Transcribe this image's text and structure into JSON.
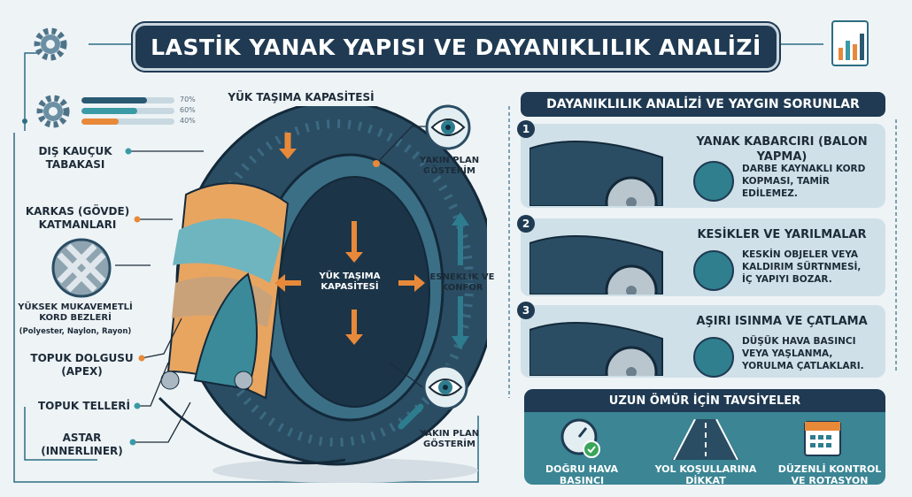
{
  "title": "LASTİK YANAK YAPISI VE DAYANIKLILIK ANALİZİ",
  "stats": [
    {
      "label": "70%",
      "value": 70,
      "color": "#2a5a72"
    },
    {
      "label": "60%",
      "value": 60,
      "color": "#3a9aa5"
    },
    {
      "label": "40%",
      "value": 40,
      "color": "#e8893a"
    }
  ],
  "labels": {
    "outer_rubber": "DIŞ KAUÇUK TABAKASI",
    "carcass": "KARKAS (GÖVDE) KATMANLARI",
    "cord_title": "YÜKSEK MUKAVEMETLİ KORD BEZLERİ",
    "cord_sub": "(Polyester, Naylon, Rayon)",
    "apex": "TOPUK DOLGUSU (APEX)",
    "bead_wires": "TOPUK TELLERİ",
    "innerliner": "ASTAR (INNERLINER)",
    "load_top": "YÜK TAŞIMA KAPASİTESİ",
    "load_center": "YÜK TAŞIMA KAPASİTESİ",
    "closeup_top": "YAKIN PLAN GÖSTERİM",
    "closeup_bottom": "YAKIN PLAN GÖSTERİM",
    "flex": "ESNEKLİK VE KONFOR"
  },
  "analysis": {
    "header": "DAYANIKLILIK ANALİZİ VE YAYGIN SORUNLAR",
    "items": [
      {
        "num": "1",
        "title": "YANAK KABARCIRI (BALON YAPMA)",
        "desc": "DARBE KAYNAKLI KORD KOPMASI, TAMİR EDİLEMEZ."
      },
      {
        "num": "2",
        "title": "KESİKLER VE YARILMALAR",
        "desc": "KESKİN OBJELER VEYA KALDIRIM SÜRTNMESİ, İÇ YAPIYI BOZAR."
      },
      {
        "num": "3",
        "title": "AŞIRI ISINMA VE ÇATLAMA",
        "desc": "DÜŞÜK HAVA BASINCI VEYA YAŞLANMA, YORULMA ÇATLAKLARI."
      }
    ]
  },
  "tips": {
    "header": "UZUN ÖMÜR İÇİN TAVSİYELER",
    "items": [
      {
        "label": "DOĞRU HAVA BASINCI"
      },
      {
        "label": "YOL KOŞULLARINA DİKKAT"
      },
      {
        "label": "DÜZENLİ KONTROL VE ROTASYON"
      }
    ]
  }
}
